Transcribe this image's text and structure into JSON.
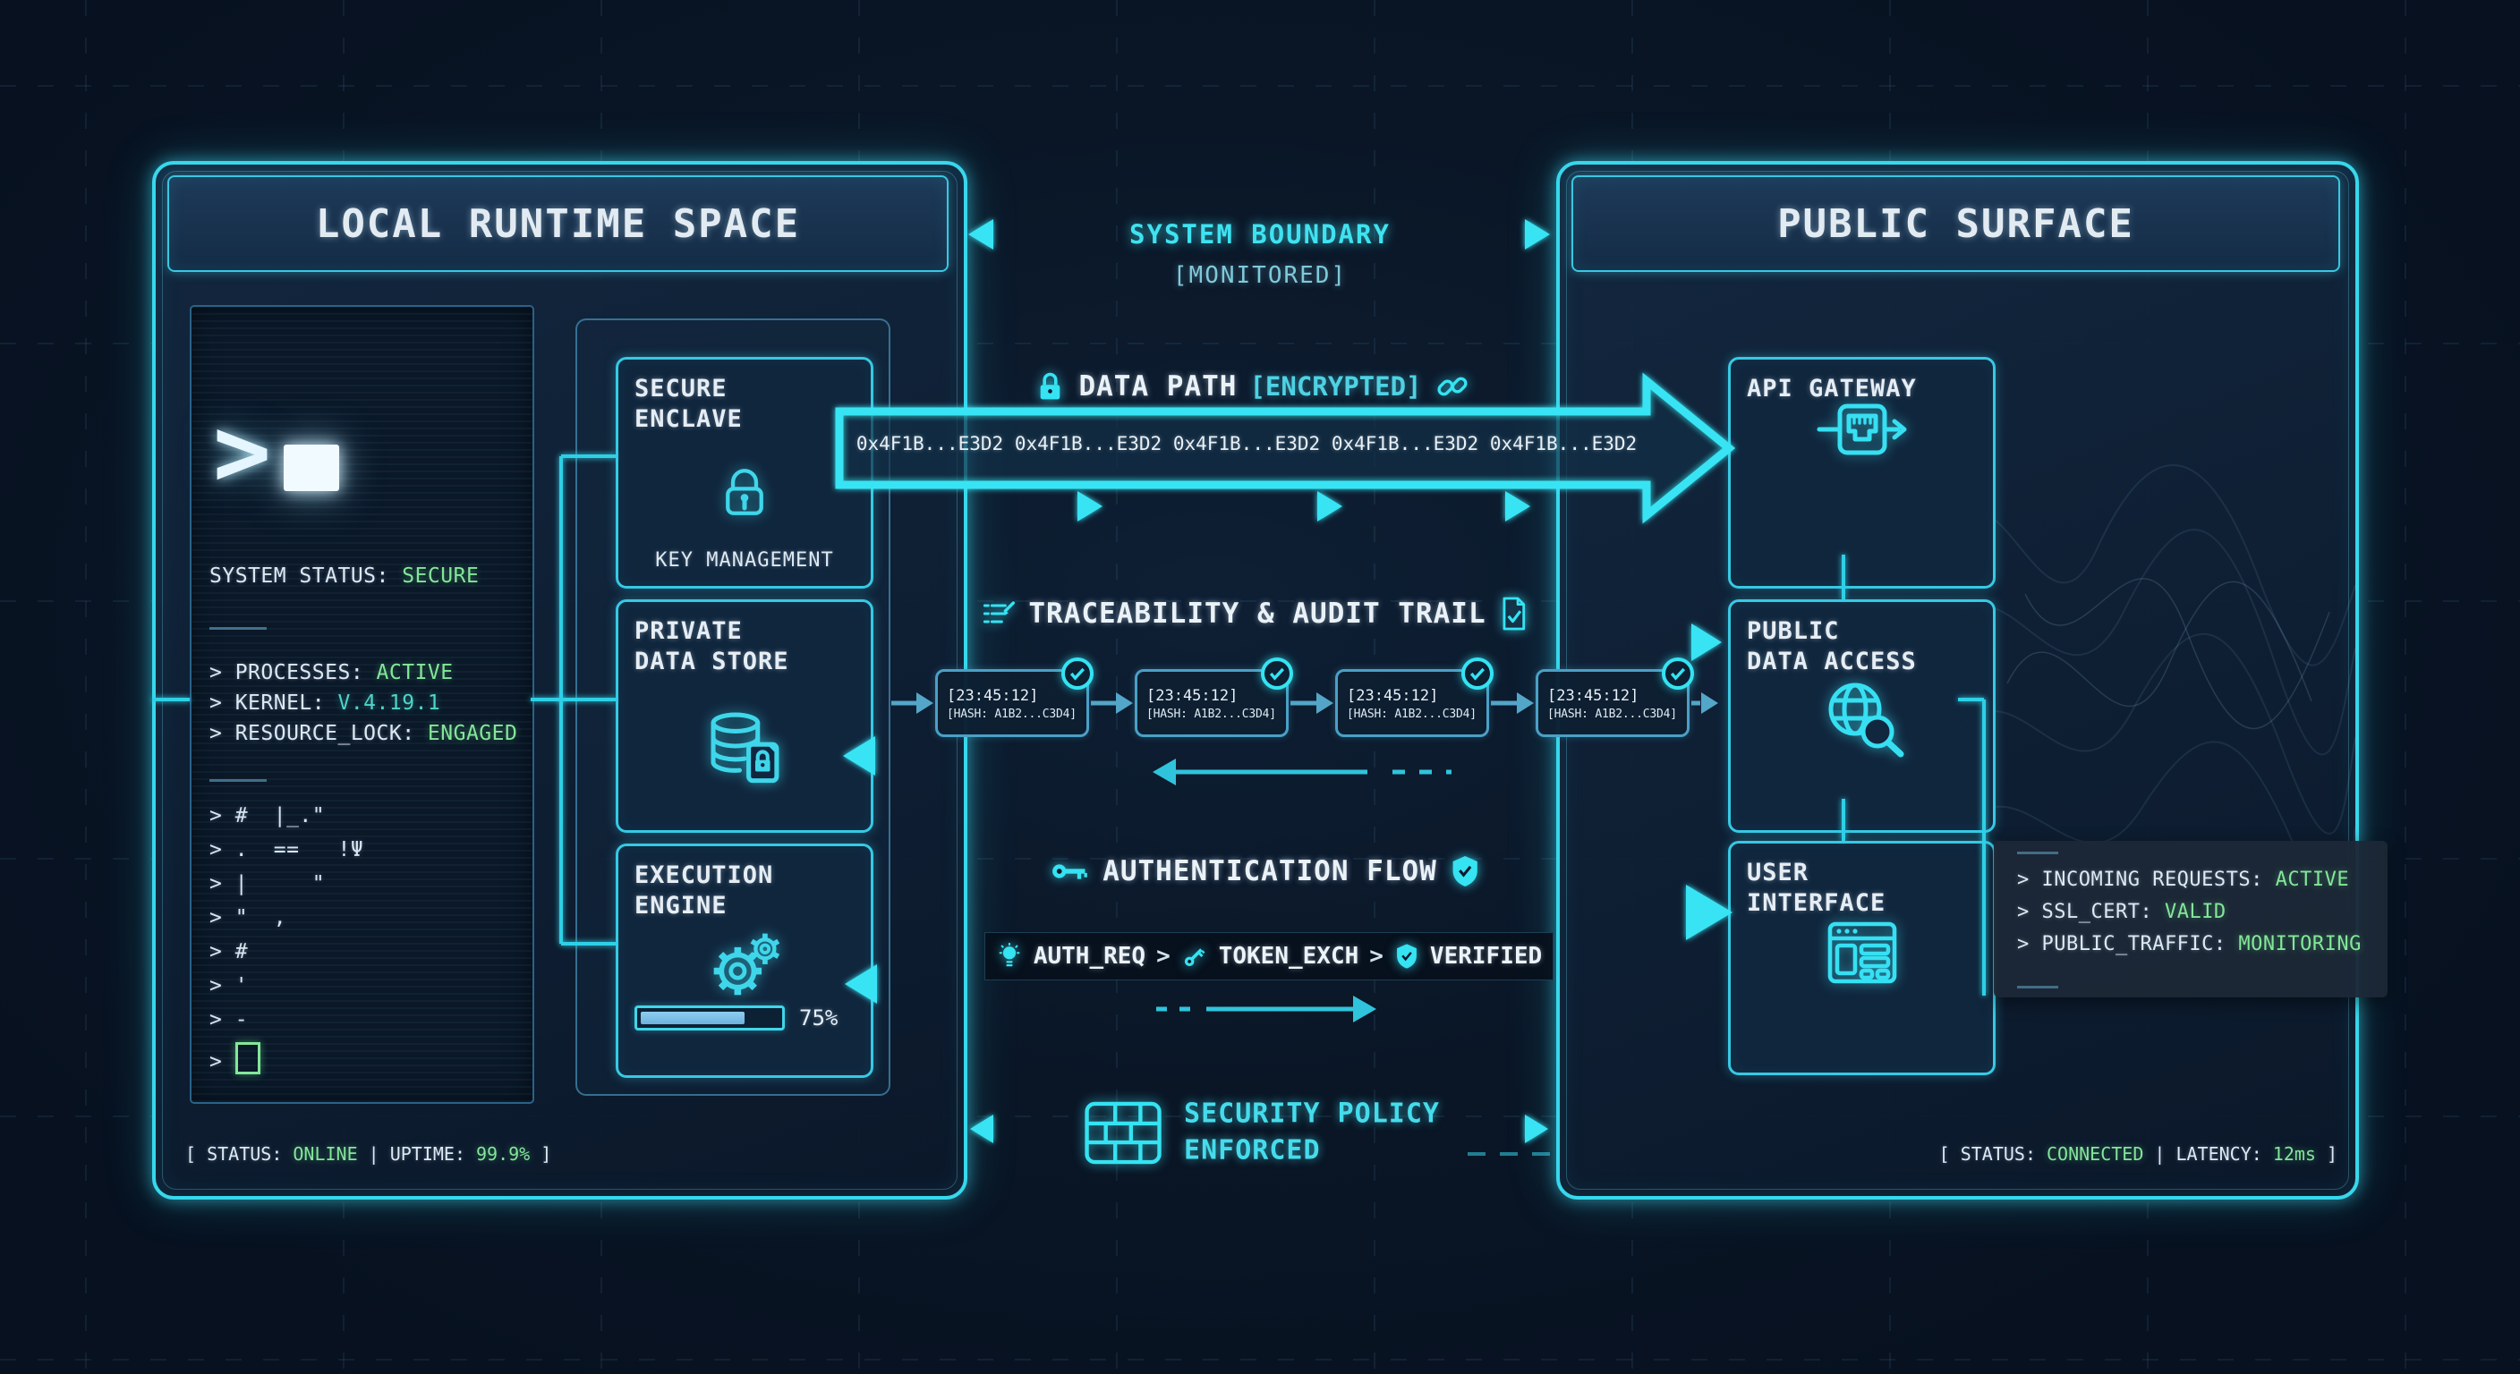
{
  "colors": {
    "accent": "#35dcef",
    "green": "#84e69a",
    "teal": "#4fd4c9",
    "steel": "#4aa0c6"
  },
  "left_panel": {
    "title": "LOCAL RUNTIME SPACE",
    "terminal": {
      "status_label": "SYSTEM STATUS:",
      "status_value": "SECURE",
      "readout": [
        {
          "label": "> PROCESSES:",
          "value": "ACTIVE"
        },
        {
          "label": "> KERNEL:",
          "value": "V.4.19.1"
        },
        {
          "label": "> RESOURCE_LOCK:",
          "value": "ENGAGED"
        }
      ],
      "ascii": [
        "> #  |_.\"",
        "> .  ==   !Ψ",
        "> |     \"",
        "> \"  ,",
        "> #",
        "> '",
        "> -",
        "> "
      ]
    },
    "modules": [
      {
        "line1": "SECURE",
        "line2": "ENCLAVE",
        "caption": "KEY MANAGEMENT"
      },
      {
        "line1": "PRIVATE",
        "line2": "DATA STORE",
        "caption": ""
      },
      {
        "line1": "EXECUTION",
        "line2": "ENGINE",
        "caption": "",
        "progress_label": "75%",
        "progress_pct": 75
      }
    ],
    "status_bar": {
      "open": "[ STATUS:",
      "v1": "ONLINE",
      "mid": "| UPTIME:",
      "v2": "99.9%",
      "close": "]"
    }
  },
  "boundary": {
    "title": "SYSTEM BOUNDARY",
    "tag": "[MONITORED]"
  },
  "flows": {
    "data_path": {
      "label": "DATA PATH",
      "tag": "[ENCRYPTED]",
      "payload": "0x4F1B...E3D2 0x4F1B...E3D2 0x4F1B...E3D2 0x4F1B...E3D2 0x4F1B...E3D2"
    },
    "audit": {
      "label": "TRACEABILITY & AUDIT TRAIL",
      "entries": [
        {
          "time": "[23:45:12]",
          "hash": "[HASH: A1B2...C3D4]"
        },
        {
          "time": "[23:45:12]",
          "hash": "[HASH: A1B2...C3D4]"
        },
        {
          "time": "[23:45:12]",
          "hash": "[HASH: A1B2...C3D4]"
        },
        {
          "time": "[23:45:12]",
          "hash": "[HASH: A1B2...C3D4]"
        }
      ]
    },
    "auth": {
      "label": "AUTHENTICATION FLOW",
      "sep": ">",
      "steps": [
        {
          "name": "AUTH_REQ"
        },
        {
          "name": "TOKEN_EXCH"
        },
        {
          "name": "VERIFIED"
        }
      ]
    },
    "policy": {
      "line1": "SECURITY POLICY",
      "line2": "ENFORCED"
    }
  },
  "right_panel": {
    "title": "PUBLIC SURFACE",
    "nodes": [
      {
        "line1": "API GATEWAY",
        "line2": ""
      },
      {
        "line1": "PUBLIC",
        "line2": "DATA ACCESS"
      },
      {
        "line1": "USER",
        "line2": "INTERFACE"
      }
    ],
    "monitor": [
      {
        "label": "> INCOMING REQUESTS:",
        "value": "ACTIVE"
      },
      {
        "label": "> SSL_CERT:",
        "value": "VALID"
      },
      {
        "label": "> PUBLIC_TRAFFIC:",
        "value": "MONITORING"
      }
    ],
    "status_bar": {
      "open": "[ STATUS:",
      "v1": "CONNECTED",
      "mid": "| LATENCY:",
      "v2": "12ms",
      "close": "]"
    }
  }
}
